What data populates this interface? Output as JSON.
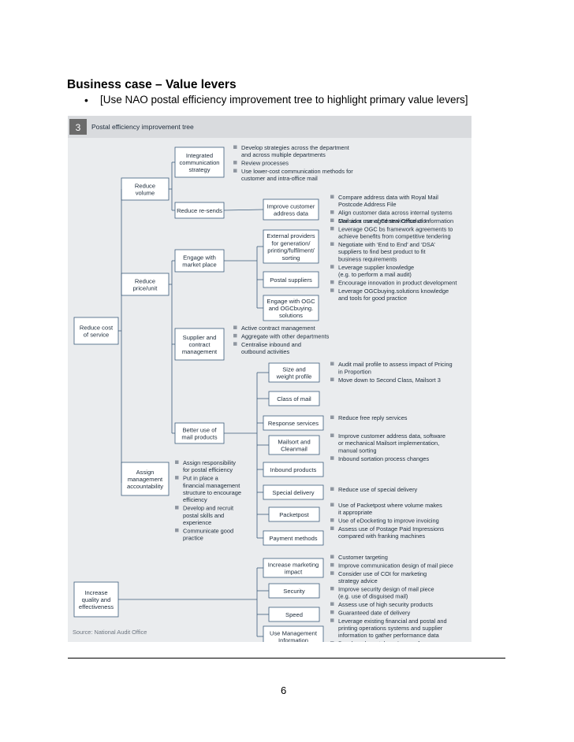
{
  "heading": "Business case – Value levers",
  "bullet": {
    "marker": "•",
    "text": "[Use NAO postal efficiency improvement tree to highlight primary value levers]"
  },
  "figure": {
    "number": "3",
    "title": "Postal efficiency improvement tree",
    "source": "Source: National Audit Office",
    "colors": {
      "header_band": "#d9dbde",
      "panel": "#eaecee",
      "box_border": "#3d5c7a",
      "number_box": "#6b6b6b",
      "bullet": "#8f96a0"
    },
    "root_nodes": [
      "Reduce cost\nof service",
      "Increase\nquality and\neffectiveness"
    ],
    "level2": [
      "Reduce\nvolume",
      "Reduce\nprice/unit",
      "Assign\nmanagement\naccountability"
    ],
    "level3": [
      "Integrated\ncommunication\nstrategy",
      "Reduce re-sends",
      "Engage with\nmarket place",
      "Supplier and\ncontract\nmanagement",
      "Better use of\nmail products"
    ],
    "level4": [
      "Improve customer\naddress data",
      "External providers\nfor generation/\nprinting/fulfilment/\nsorting",
      "Postal suppliers",
      "Engage with OGC\nand OGCbuying.\nsolutions",
      "Size and\nweight profile",
      "Class of mail",
      "Response services",
      "Mailsort and\nCleanmail",
      "Inbound products",
      "Special delivery",
      "Packetpost",
      "Payment methods",
      "Increase marketing\nimpact",
      "Security",
      "Speed",
      "Use Management\nInformation"
    ],
    "actions": {
      "strategy": [
        "Develop strategies across the department\nand across multiple departments",
        "Review processes",
        "Use lower-cost communication methods for\ncustomer and intra-office mail"
      ],
      "address": [
        "Compare address data with Royal Mail\nPostcode Address File",
        "Align customer data across internal systems",
        "Mail as a managed service/solution"
      ],
      "market": [
        "Consider use of Central Office of Information",
        "Leverage OGC bs framework agreements to\nachieve benefits from competitive tendering",
        "Negotiate with ‘End to End’ and ‘DSA’\nsuppliers to find best product to fit\nbusiness requirements",
        "Leverage supplier knowledge\n(e.g. to perform a mail audit)",
        "Encourage innovation in product development",
        "Leverage OGCbuying.solutions knowledge\nand tools for good practice"
      ],
      "supplier": [
        "Active contract management",
        "Aggregate with other departments",
        "Centralise inbound and\noutbound activities"
      ],
      "products": [
        "Audit mail profile to assess impact of Pricing\nin Proportion",
        "Move down to Second Class, Mailsort 3",
        "Reduce free reply services",
        "Improve customer address data, software\nor mechanical Mailsort implementation,\nmanual sorting",
        "Inbound sortation process changes",
        "Reduce use of special delivery",
        "Use of Packetpost where volume makes\nit appropriate",
        "Use of eDocketing to improve invoicing",
        "Assess use of Postage Paid Impressions\ncompared with franking machines"
      ],
      "accountability": [
        "Assign responsibility\nfor postal efficiency",
        "Put in place a\nfinancial management\nstructure to encourage\nefficiency",
        "Develop and recruit\npostal skills and\nexperience",
        "Communicate good\npractice"
      ],
      "quality": [
        "Customer targeting",
        "Improve communication design of mail piece",
        "Consider use of COI for marketing\nstrategy advice",
        "Improve security design of mail piece\n(e.g. use of disguised mail)",
        "Assess use of high security products",
        "Guaranteed date of delivery",
        "Leverage existing financial and postal and\nprinting operations systems and supplier\ninformation to gather performance data",
        "Benchmark postal services performance"
      ]
    }
  },
  "page_number": "6"
}
